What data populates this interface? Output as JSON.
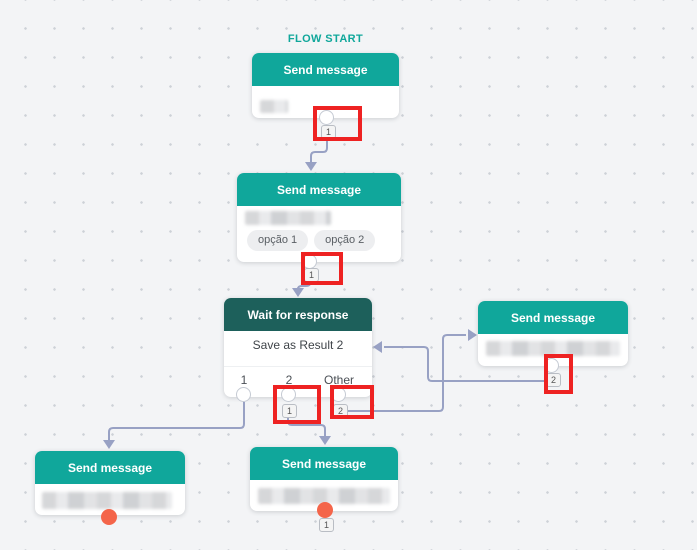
{
  "canvas": {
    "flow_start_label": "FLOW START",
    "colors": {
      "node_header_teal": "#10a79b",
      "wait_header_teal": "#1d605b",
      "connector_line": "#98a1c4",
      "highlight_red": "#ee2222",
      "unlinked_dot_orange": "#f4654a"
    }
  },
  "nodes": {
    "start": {
      "title": "Send message",
      "output_badge": "1"
    },
    "options": {
      "title": "Send message",
      "buttons": [
        "opção 1",
        "opção 2"
      ],
      "output_badge": "1"
    },
    "wait": {
      "title": "Wait for response",
      "body": "Save as Result 2",
      "outputs": [
        "1",
        "2",
        "Other"
      ],
      "output_2_badge": "1",
      "output_other_badge": "2"
    },
    "right": {
      "title": "Send message",
      "output_badge": "2"
    },
    "bottom_left": {
      "title": "Send message"
    },
    "bottom_center": {
      "title": "Send message",
      "output_badge": "1"
    }
  }
}
